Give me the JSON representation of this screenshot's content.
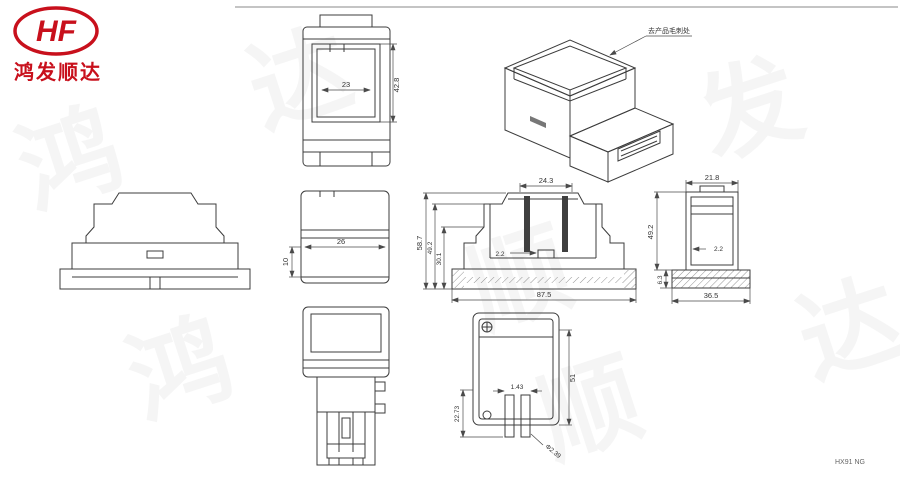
{
  "brand": {
    "logo_text": "HF",
    "company_name": "鸿发顺达",
    "brand_color": "#c8101c"
  },
  "iso_view": {
    "note": "去产品毛刺处"
  },
  "top_view": {
    "width": "23",
    "height": "42.8"
  },
  "front_view": {
    "width": "26",
    "height": "10"
  },
  "section_view": {
    "top_width": "24.3",
    "total_height": "58.7",
    "mid_height": "49.2",
    "inner_height": "30.1",
    "wall": "2.2",
    "total_width": "87.5"
  },
  "side_view": {
    "top_width": "21.8",
    "height": "49.2",
    "wall": "2.2",
    "foot": "6.3",
    "width": "36.5"
  },
  "bottom_view": {
    "height": "51",
    "lower_height": "22.73",
    "slot_gap": "1.43",
    "hole_dia": "Φ2.39"
  },
  "footer": {
    "code": "HX91 NG"
  },
  "watermark": {
    "chars": [
      "鸿",
      "达",
      "顺",
      "发",
      "鸿",
      "顺",
      "达"
    ]
  }
}
